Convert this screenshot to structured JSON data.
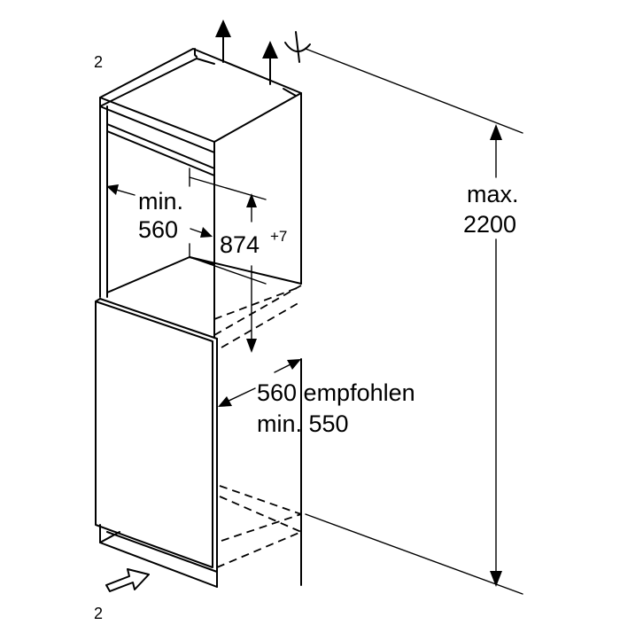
{
  "labels": {
    "marker_top": "2",
    "marker_bottom": "2",
    "depth_min": "min.",
    "depth_value": "560",
    "niche_height": "874",
    "niche_height_tol": "+7",
    "width_recommended": "560 empfohlen",
    "width_min": "min. 550",
    "max_label": "max.",
    "max_value": "2200"
  },
  "icons": {
    "airflow_up_left": "arrow-up-icon",
    "airflow_up_right": "arrow-up-icon",
    "airflow_in": "arrow-right-icon",
    "ventilation": "airflow-symbol-icon"
  }
}
